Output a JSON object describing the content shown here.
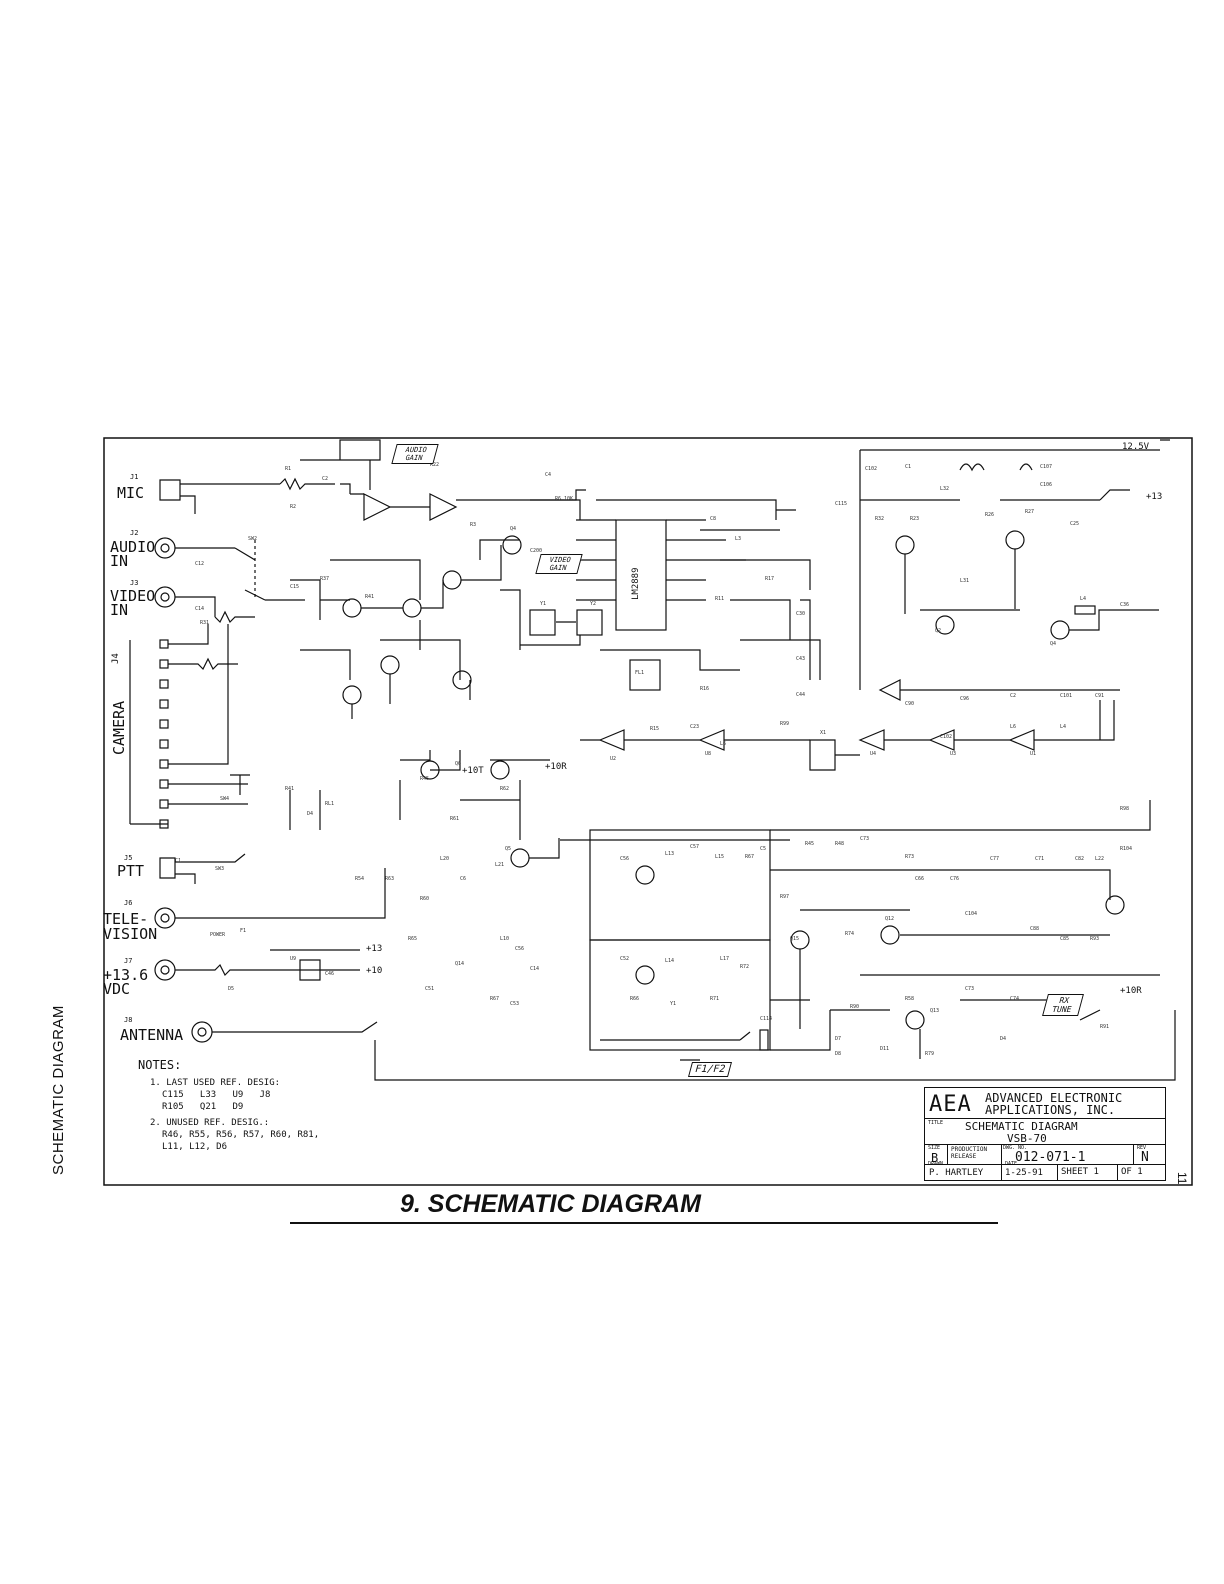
{
  "page": {
    "side_title": "SCHEMATIC DIAGRAM",
    "heading": "9. SCHEMATIC DIAGRAM",
    "page_number": "11"
  },
  "connectors": [
    {
      "ref": "J1",
      "name": "MIC"
    },
    {
      "ref": "J2",
      "name": "AUDIO IN"
    },
    {
      "ref": "J3",
      "name": "VIDEO IN"
    },
    {
      "ref": "J4",
      "name": "CAMERA"
    },
    {
      "ref": "J5",
      "name": "PTT"
    },
    {
      "ref": "J6",
      "name": "TELE- VISION"
    },
    {
      "ref": "J7",
      "name": "+13.6 VDC"
    },
    {
      "ref": "J8",
      "name": "ANTENNA"
    }
  ],
  "controls": {
    "audio_gain": "AUDIO GAIN",
    "video_gain": "VIDEO GAIN",
    "rx_tune": "RX TUNE",
    "f1_f2": "F1/F2"
  },
  "rails": {
    "supply_top": "12.5V",
    "plus13": "+13",
    "plus10": "+10",
    "plus10t": "+10T",
    "plus10r": "+10R"
  },
  "ic": {
    "u7": "LM2889"
  },
  "notes": {
    "heading": "NOTES:",
    "item1": "1. LAST USED REF. DESIG:",
    "item1_line1": "C115   L33   U9   J8",
    "item1_line2": "R105   Q21   D9",
    "item2": "2. UNUSED REF. DESIG.:",
    "item2_line1": "R46, R55, R56, R57, R60, R81,",
    "item2_line2": "L11, L12, D6"
  },
  "title_block": {
    "logo": "AEA",
    "company_line1": "ADVANCED ELECTRONIC",
    "company_line2": "APPLICATIONS, INC.",
    "title_label": "TITLE",
    "title_line1": "SCHEMATIC DIAGRAM",
    "title_line2": "VSB-70",
    "size_label": "SIZE",
    "size": "B",
    "release_label": "PRODUCTION RELEASE",
    "dwg_label": "DWG. NO.",
    "dwg_no": "012-071-1",
    "rev_label": "REV",
    "rev": "N",
    "drawn_label": "DRAWN",
    "drawn_by": "P. HARTLEY",
    "date_label": "DATE",
    "date": "1-25-91",
    "sheet": "SHEET 1",
    "of": "OF 1"
  }
}
